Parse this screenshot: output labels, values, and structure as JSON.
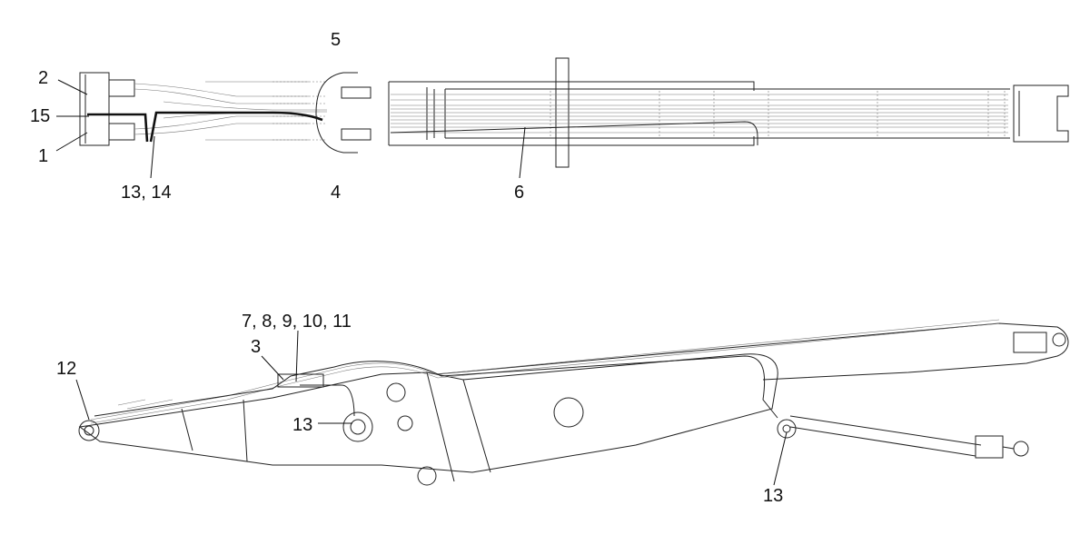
{
  "callouts": {
    "top": {
      "c1": "1",
      "c2": "2",
      "c4": "4",
      "c5": "5",
      "c6": "6",
      "c15": "15",
      "c13_14": "13, 14"
    },
    "bottom": {
      "c3": "3",
      "c7_11": "7, 8, 9, 10, 11",
      "c12": "12",
      "c13_pivot": "13",
      "c13_arm": "13"
    }
  }
}
